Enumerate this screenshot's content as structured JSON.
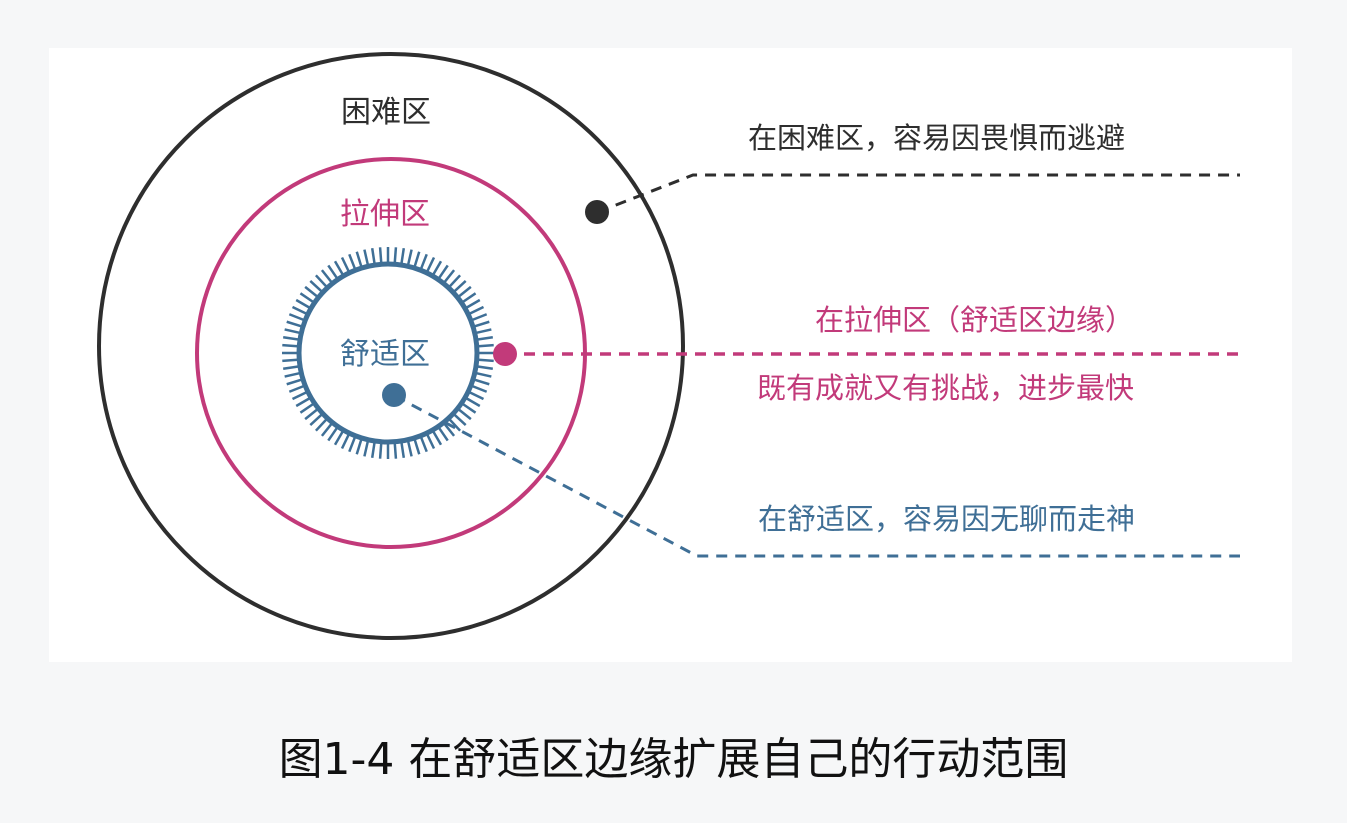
{
  "zones": {
    "hard_label": "困难区",
    "stretch_label": "拉伸区",
    "comfort_label": "舒适区"
  },
  "annotations": {
    "hard": "在困难区，容易因畏惧而逃避",
    "stretch_line1": "在拉伸区（舒适区边缘）",
    "stretch_line2": "既有成就又有挑战，进步最快",
    "comfort": "在舒适区，容易因无聊而走神"
  },
  "caption": "图1-4 在舒适区边缘扩展自己的行动范围",
  "colors": {
    "hard": "#2e2e2e",
    "stretch": "#c23a7a",
    "comfort": "#3f6f96",
    "caption": "#111111"
  }
}
